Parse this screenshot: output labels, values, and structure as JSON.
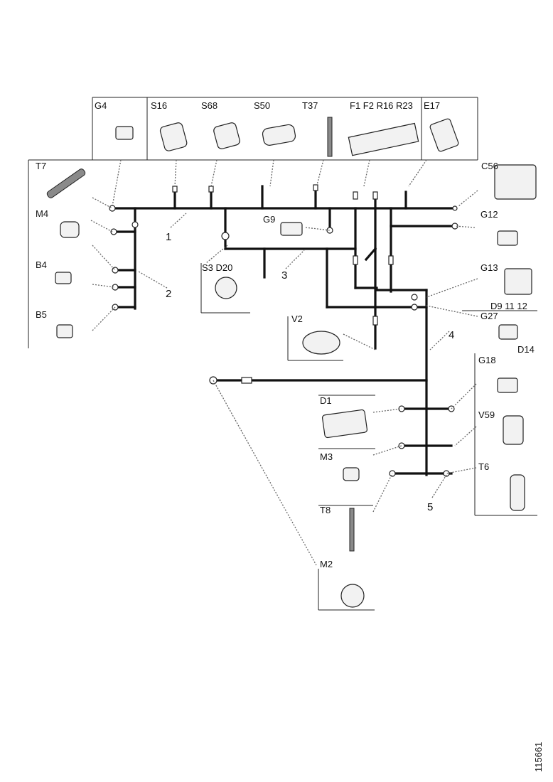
{
  "components": {
    "g4": "G4",
    "s16": "S16",
    "s68": "S68",
    "s50": "S50",
    "t37": "T37",
    "fuses": "F1 F2 R16 R23",
    "e17": "E17",
    "t7": "T7",
    "c56": "C56",
    "m4": "M4",
    "g9": "G9",
    "g12": "G12",
    "b4": "B4",
    "s3d20": "S3 D20",
    "g13": "G13",
    "b5": "B5",
    "d9": "D9 11 12",
    "g27": "G27",
    "v2": "V2",
    "d14": "D14",
    "g18": "G18",
    "d1": "D1",
    "v59": "V59",
    "m3": "M3",
    "t6": "T6",
    "t8": "T8",
    "m2": "M2"
  },
  "harness_numbers": {
    "n1": "1",
    "n2": "2",
    "n3": "3",
    "n4": "4",
    "n5": "5"
  },
  "reference_code": "115661"
}
